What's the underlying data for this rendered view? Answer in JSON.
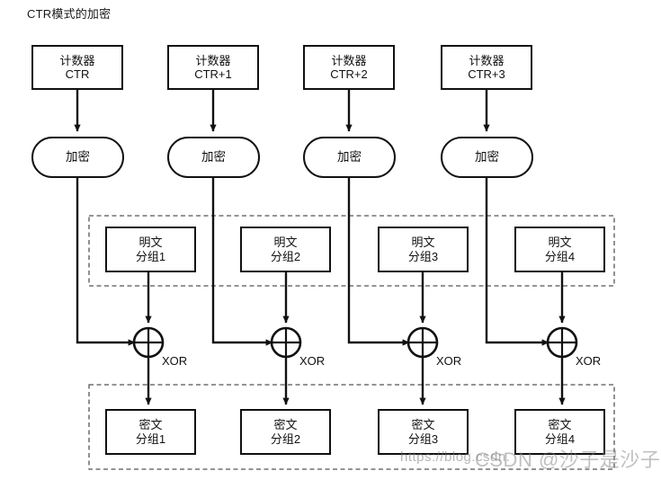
{
  "diagram": {
    "title": "CTR模式的加密",
    "type": "flowchart",
    "columns": [
      {
        "counter": {
          "line1": "计数器",
          "line2": "CTR"
        },
        "cipher": {
          "label": "加密"
        },
        "plaintext": {
          "line1": "明文",
          "line2": "分组1"
        },
        "xor": {
          "label": "XOR",
          "symbol": "⊕"
        },
        "ciphertext": {
          "line1": "密文",
          "line2": "分组1"
        }
      },
      {
        "counter": {
          "line1": "计数器",
          "line2": "CTR+1"
        },
        "cipher": {
          "label": "加密"
        },
        "plaintext": {
          "line1": "明文",
          "line2": "分组2"
        },
        "xor": {
          "label": "XOR",
          "symbol": "⊕"
        },
        "ciphertext": {
          "line1": "密文",
          "line2": "分组2"
        }
      },
      {
        "counter": {
          "line1": "计数器",
          "line2": "CTR+2"
        },
        "cipher": {
          "label": "加密"
        },
        "plaintext": {
          "line1": "明文",
          "line2": "分组3"
        },
        "xor": {
          "label": "XOR",
          "symbol": "⊕"
        },
        "ciphertext": {
          "line1": "密文",
          "line2": "分组3"
        }
      },
      {
        "counter": {
          "line1": "计数器",
          "line2": "CTR+3"
        },
        "cipher": {
          "label": "加密"
        },
        "plaintext": {
          "line1": "明文",
          "line2": "分组4"
        },
        "xor": {
          "label": "XOR",
          "symbol": "⊕"
        },
        "ciphertext": {
          "line1": "密文",
          "line2": "分组4"
        }
      }
    ],
    "groups": [
      {
        "name": "plaintext-group",
        "style": "dashed"
      },
      {
        "name": "ciphertext-group",
        "style": "dashed"
      }
    ],
    "colors": {
      "stroke": "#111111",
      "background": "#ffffff",
      "dashed_stroke": "#555555",
      "watermark": "#888888"
    }
  },
  "watermark": {
    "url": "https://blog.csdn.",
    "author": "CSDN @沙子是沙子"
  }
}
